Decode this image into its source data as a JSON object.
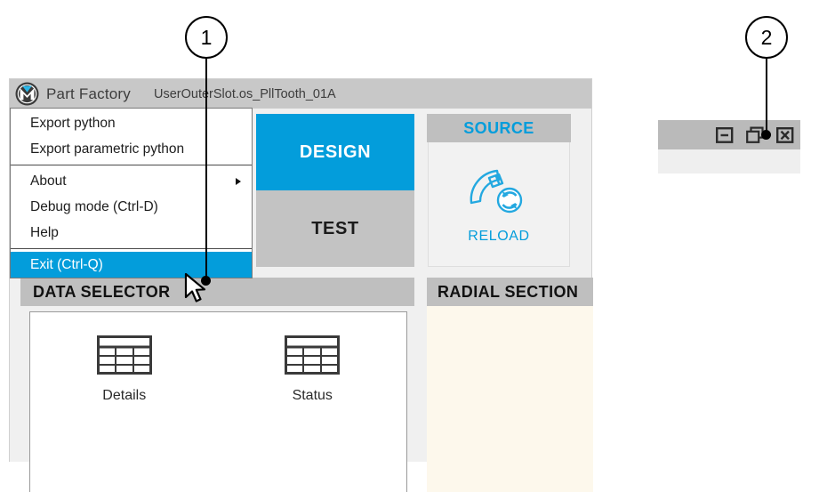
{
  "callouts": [
    {
      "id": "1",
      "label": "1"
    },
    {
      "id": "2",
      "label": "2"
    }
  ],
  "app": {
    "logo_icon": "part-factory-logo-icon",
    "name": "Part Factory",
    "document": "UserOuterSlot.os_PllTooth_01A"
  },
  "menu": {
    "items": [
      {
        "label": "Export python",
        "highlighted": false,
        "submenu": false
      },
      {
        "label": "Export parametric python",
        "highlighted": false,
        "submenu": false
      },
      {
        "label": "About",
        "highlighted": false,
        "submenu": true
      },
      {
        "label": "Debug mode (Ctrl-D)",
        "highlighted": false,
        "submenu": false
      },
      {
        "label": "Help",
        "highlighted": false,
        "submenu": false
      },
      {
        "label": "Exit (Ctrl-Q)",
        "highlighted": true,
        "submenu": false
      }
    ]
  },
  "tabs": [
    {
      "label": "DESIGN",
      "active": true
    },
    {
      "label": "TEST",
      "active": false
    }
  ],
  "source": {
    "title": "SOURCE",
    "icon": "reload-gear-icon",
    "button_label": "RELOAD"
  },
  "data_selector": {
    "title": "DATA SELECTOR",
    "items": [
      {
        "label": "Details",
        "icon": "table-icon"
      },
      {
        "label": "Status",
        "icon": "table-icon"
      }
    ]
  },
  "radial_section": {
    "title": "RADIAL SECTION",
    "content": ""
  },
  "window_controls": [
    {
      "name": "minimize",
      "icon": "minimize-icon"
    },
    {
      "name": "restore",
      "icon": "restore-icon"
    },
    {
      "name": "close",
      "icon": "close-icon"
    }
  ],
  "colors": {
    "accent": "#039ddb",
    "titlebar": "#c8c8c8",
    "panel_head": "#bfbfbf",
    "radial_bg": "#fdf8ec"
  }
}
